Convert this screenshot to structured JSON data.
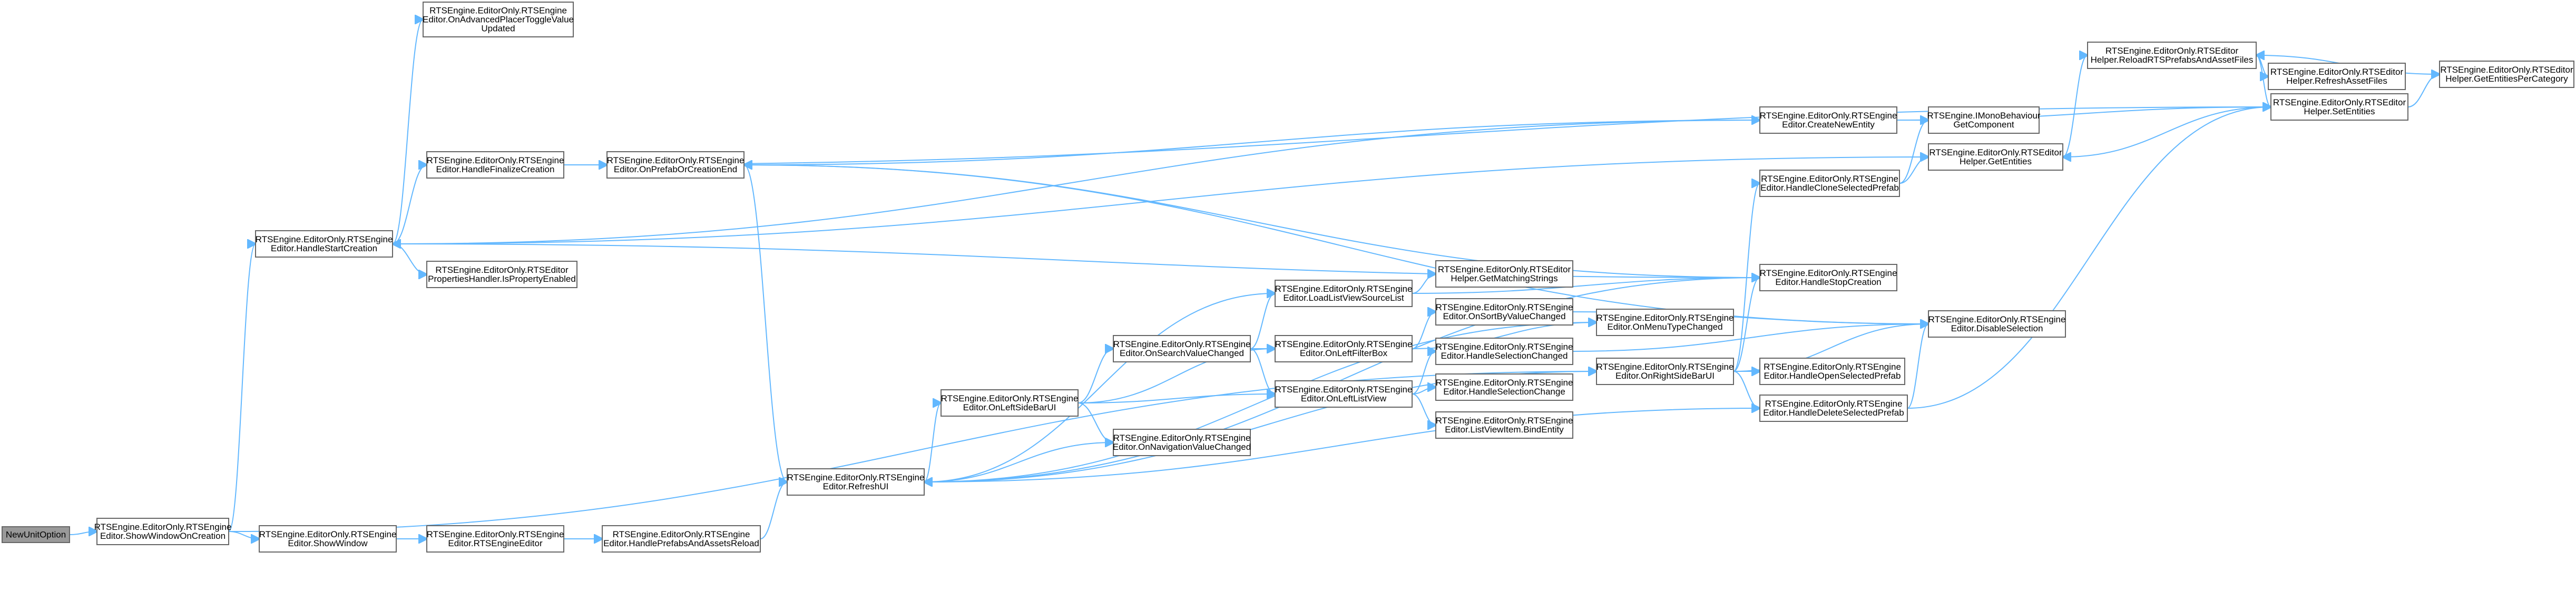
{
  "diagram": {
    "type": "call-graph",
    "nodes": [
      {
        "id": "n0",
        "lines": [
          "NewUnitOption"
        ],
        "root": true
      },
      {
        "id": "n1",
        "lines": [
          "RTSEngine.EditorOnly.RTSEngine",
          "Editor.ShowWindowOnCreation"
        ]
      },
      {
        "id": "n2",
        "lines": [
          "RTSEngine.EditorOnly.RTSEngine",
          "Editor.HandleStartCreation"
        ]
      },
      {
        "id": "n3",
        "lines": [
          "RTSEngine.EditorOnly.RTSEngine",
          "Editor.OnAdvancedPlacerToggleValue",
          "Updated"
        ]
      },
      {
        "id": "n4",
        "lines": [
          "RTSEngine.EditorOnly.RTSEngine",
          "Editor.HandleFinalizeCreation"
        ]
      },
      {
        "id": "n5",
        "lines": [
          "RTSEngine.EditorOnly.RTSEditor",
          "PropertiesHandler.IsPropertyEnabled"
        ]
      },
      {
        "id": "n6",
        "lines": [
          "RTSEngine.EditorOnly.RTSEngine",
          "Editor.ShowWindow"
        ]
      },
      {
        "id": "n7",
        "lines": [
          "RTSEngine.EditorOnly.RTSEngine",
          "Editor.RTSEngineEditor"
        ]
      },
      {
        "id": "n8",
        "lines": [
          "RTSEngine.EditorOnly.RTSEngine",
          "Editor.HandlePrefabsAndAssetsReload"
        ]
      },
      {
        "id": "n9",
        "lines": [
          "RTSEngine.EditorOnly.RTSEngine",
          "Editor.OnPrefabOrCreationEnd"
        ]
      },
      {
        "id": "n10",
        "lines": [
          "RTSEngine.EditorOnly.RTSEngine",
          "Editor.RefreshUI"
        ]
      },
      {
        "id": "n11",
        "lines": [
          "RTSEngine.EditorOnly.RTSEngine",
          "Editor.OnLeftSideBarUI"
        ]
      },
      {
        "id": "n12",
        "lines": [
          "RTSEngine.EditorOnly.RTSEngine",
          "Editor.OnSearchValueChanged"
        ]
      },
      {
        "id": "n13",
        "lines": [
          "RTSEngine.EditorOnly.RTSEngine",
          "Editor.OnNavigationValueChanged"
        ]
      },
      {
        "id": "n14",
        "lines": [
          "RTSEngine.EditorOnly.RTSEngine",
          "Editor.LoadListViewSourceList"
        ]
      },
      {
        "id": "n15",
        "lines": [
          "RTSEngine.EditorOnly.RTSEngine",
          "Editor.OnLeftFilterBox"
        ]
      },
      {
        "id": "n16",
        "lines": [
          "RTSEngine.EditorOnly.RTSEngine",
          "Editor.OnLeftListView"
        ]
      },
      {
        "id": "n17",
        "lines": [
          "RTSEngine.EditorOnly.RTSEditor",
          "Helper.GetMatchingStrings"
        ]
      },
      {
        "id": "n18",
        "lines": [
          "RTSEngine.EditorOnly.RTSEngine",
          "Editor.OnSortByValueChanged"
        ]
      },
      {
        "id": "n19",
        "lines": [
          "RTSEngine.EditorOnly.RTSEngine",
          "Editor.HandleSelectionChanged"
        ]
      },
      {
        "id": "n20",
        "lines": [
          "RTSEngine.EditorOnly.RTSEngine",
          "Editor.HandleSelectionChange"
        ]
      },
      {
        "id": "n21",
        "lines": [
          "RTSEngine.EditorOnly.RTSEngine",
          "Editor.ListViewItem.BindEntity"
        ]
      },
      {
        "id": "n22",
        "lines": [
          "RTSEngine.EditorOnly.RTSEngine",
          "Editor.OnMenuTypeChanged"
        ]
      },
      {
        "id": "n23",
        "lines": [
          "RTSEngine.EditorOnly.RTSEngine",
          "Editor.OnRightSideBarUI"
        ]
      },
      {
        "id": "n24",
        "lines": [
          "RTSEngine.EditorOnly.RTSEngine",
          "Editor.CreateNewEntity"
        ]
      },
      {
        "id": "n25",
        "lines": [
          "RTSEngine.EditorOnly.RTSEngine",
          "Editor.HandleCloneSelectedPrefab"
        ]
      },
      {
        "id": "n26",
        "lines": [
          "RTSEngine.EditorOnly.RTSEngine",
          "Editor.HandleStopCreation"
        ]
      },
      {
        "id": "n27",
        "lines": [
          "RTSEngine.EditorOnly.RTSEngine",
          "Editor.HandleOpenSelectedPrefab"
        ]
      },
      {
        "id": "n28",
        "lines": [
          "RTSEngine.EditorOnly.RTSEngine",
          "Editor.HandleDeleteSelectedPrefab"
        ]
      },
      {
        "id": "n29",
        "lines": [
          "RTSEngine.IMonoBehaviour",
          "GetComponent"
        ]
      },
      {
        "id": "n30",
        "lines": [
          "RTSEngine.EditorOnly.RTSEditor",
          "Helper.GetEntities"
        ]
      },
      {
        "id": "n31",
        "lines": [
          "RTSEngine.EditorOnly.RTSEngine",
          "Editor.DisableSelection"
        ]
      },
      {
        "id": "n32",
        "lines": [
          "RTSEngine.EditorOnly.RTSEditor",
          "Helper.ReloadRTSPrefabsAndAssetFiles"
        ]
      },
      {
        "id": "n33",
        "lines": [
          "RTSEngine.EditorOnly.RTSEditor",
          "Helper.RefreshAssetFiles"
        ]
      },
      {
        "id": "n34",
        "lines": [
          "RTSEngine.EditorOnly.RTSEditor",
          "Helper.SetEntities"
        ]
      },
      {
        "id": "n35",
        "lines": [
          "RTSEngine.EditorOnly.RTSEditor",
          "Helper.GetEntitiesPerCategory"
        ]
      }
    ],
    "edges": [
      [
        "n0",
        "n1"
      ],
      [
        "n1",
        "n2"
      ],
      [
        "n1",
        "n6"
      ],
      [
        "n1",
        "n23"
      ],
      [
        "n2",
        "n3"
      ],
      [
        "n2",
        "n4"
      ],
      [
        "n2",
        "n5"
      ],
      [
        "n2",
        "n24"
      ],
      [
        "n2",
        "n30"
      ],
      [
        "n4",
        "n9"
      ],
      [
        "n4",
        "n34"
      ],
      [
        "n6",
        "n7"
      ],
      [
        "n7",
        "n8"
      ],
      [
        "n8",
        "n10"
      ],
      [
        "n9",
        "n10"
      ],
      [
        "n9",
        "n31"
      ],
      [
        "n10",
        "n11"
      ],
      [
        "n10",
        "n14"
      ],
      [
        "n10",
        "n23"
      ],
      [
        "n11",
        "n12"
      ],
      [
        "n11",
        "n13"
      ],
      [
        "n11",
        "n15"
      ],
      [
        "n11",
        "n16"
      ],
      [
        "n12",
        "n14"
      ],
      [
        "n12",
        "n15"
      ],
      [
        "n12",
        "n16"
      ],
      [
        "n13",
        "n10"
      ],
      [
        "n14",
        "n17"
      ],
      [
        "n14",
        "n26"
      ],
      [
        "n15",
        "n18"
      ],
      [
        "n15",
        "n22"
      ],
      [
        "n16",
        "n19"
      ],
      [
        "n16",
        "n20"
      ],
      [
        "n16",
        "n21"
      ],
      [
        "n18",
        "n31"
      ],
      [
        "n19",
        "n31"
      ],
      [
        "n22",
        "n10"
      ],
      [
        "n23",
        "n25"
      ],
      [
        "n23",
        "n26"
      ],
      [
        "n23",
        "n27"
      ],
      [
        "n23",
        "n28"
      ],
      [
        "n23",
        "n31"
      ],
      [
        "n24",
        "n9"
      ],
      [
        "n24",
        "n29"
      ],
      [
        "n24",
        "n34"
      ],
      [
        "n25",
        "n29"
      ],
      [
        "n25",
        "n30"
      ],
      [
        "n26",
        "n2"
      ],
      [
        "n26",
        "n10"
      ],
      [
        "n26",
        "n9"
      ],
      [
        "n28",
        "n10"
      ],
      [
        "n28",
        "n31"
      ],
      [
        "n28",
        "n34"
      ],
      [
        "n30",
        "n32"
      ],
      [
        "n32",
        "n33"
      ],
      [
        "n32",
        "n34"
      ],
      [
        "n34",
        "n30"
      ],
      [
        "n34",
        "n35"
      ],
      [
        "n35",
        "n32"
      ]
    ]
  }
}
